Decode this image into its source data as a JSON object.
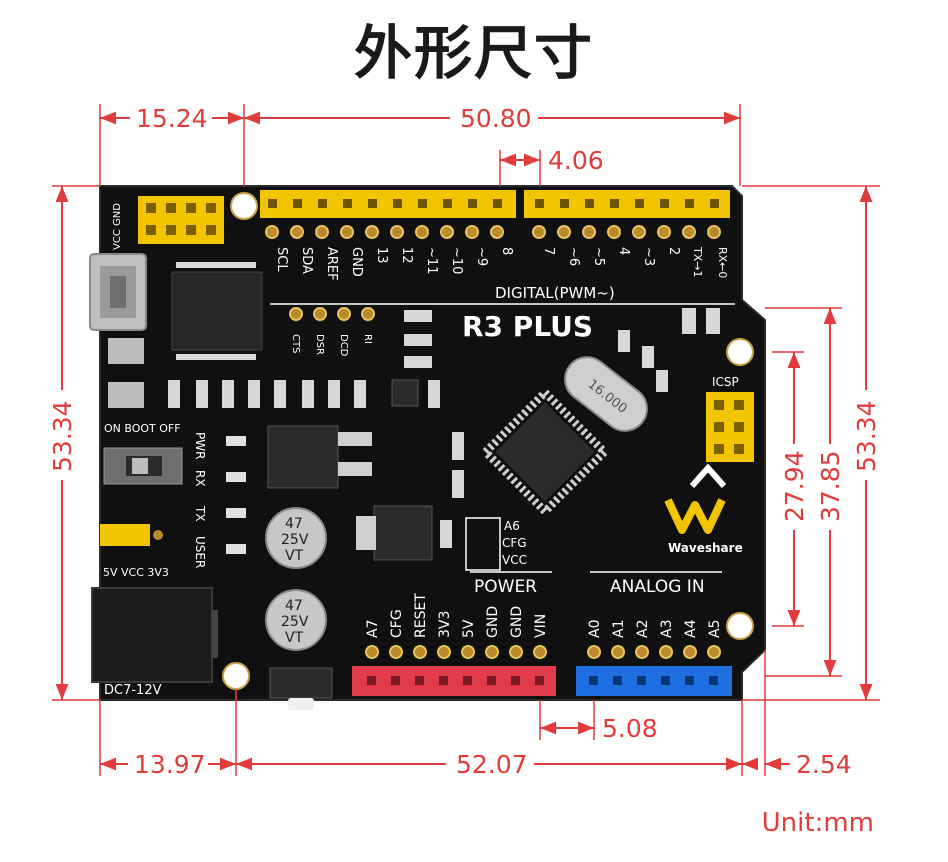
{
  "title": "外形尺寸",
  "unit_label": "Unit:mm",
  "dimensions": {
    "top_left": "15.24",
    "top_main": "50.80",
    "pin_gap": "4.06",
    "left_height": "53.34",
    "right_height": "53.34",
    "icsp_height_1": "27.94",
    "icsp_height_2": "37.85",
    "analog_pitch": "5.08",
    "bottom_left": "13.97",
    "bottom_main": "52.07",
    "bottom_right": "2.54"
  },
  "board": {
    "model": "R3 PLUS",
    "digital_label": "DIGITAL(PWM~)",
    "power_label": "POWER",
    "analog_label": "ANALOG IN",
    "icsp_label": "ICSP",
    "brand": "Waveshare",
    "dc_label": "DC7-12V",
    "switch_label": "ON BOOT OFF",
    "voltage_label": "5V VCC 3V3",
    "vcc_gnd_label": "VCC GND",
    "crystal_label": "16.000",
    "cap_label_1": "47",
    "cap_label_2": "25V",
    "cap_label_3": "VT",
    "jumper_labels": [
      "A6",
      "CFG",
      "VCC"
    ],
    "uart_labels": [
      "CTS",
      "DSR",
      "DCD",
      "RI"
    ],
    "led_labels": [
      "PWR",
      "RX",
      "TX",
      "USER"
    ],
    "digital_pins_left": [
      "SCL",
      "SDA",
      "AREF",
      "GND",
      "13",
      "12",
      "~11",
      "~10",
      "~9",
      "8"
    ],
    "digital_pins_right": [
      "7",
      "~6",
      "~5",
      "4",
      "~3",
      "2",
      "TX→1",
      "RX←0"
    ],
    "power_pins": [
      "A7",
      "CFG",
      "RESET",
      "3V3",
      "5V",
      "GND",
      "GND",
      "VIN"
    ],
    "analog_pins": [
      "A0",
      "A1",
      "A2",
      "A3",
      "A4",
      "A5"
    ]
  }
}
